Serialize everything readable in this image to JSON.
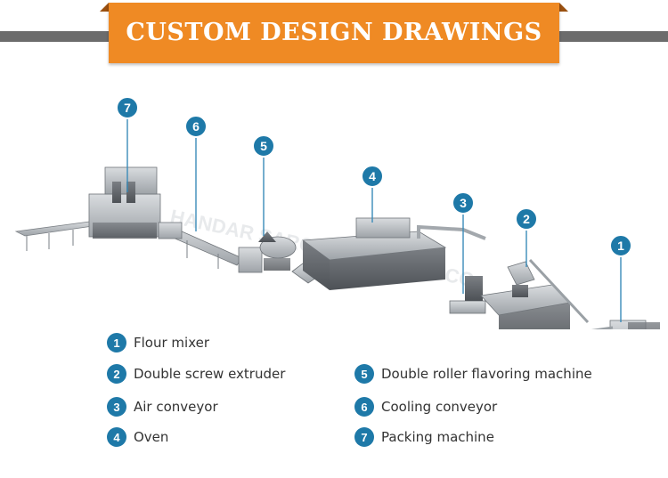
{
  "header": {
    "title": "CUSTOM DESIGN DRAWINGS"
  },
  "colors": {
    "banner": "#ef8a24",
    "badge": "#1e79a8",
    "line": "#3a8bb8",
    "bar": "#6c6c6c"
  },
  "watermark": "HANDAR SAROOM MACHINE CO",
  "callouts": [
    "7",
    "6",
    "5",
    "4",
    "3",
    "2",
    "1"
  ],
  "legend": [
    {
      "number": "1",
      "label": "Flour mixer"
    },
    {
      "number": "2",
      "label": "Double screw extruder"
    },
    {
      "number": "3",
      "label": "Air conveyor"
    },
    {
      "number": "4",
      "label": "Oven"
    },
    {
      "number": "5",
      "label": "Double roller flavoring machine"
    },
    {
      "number": "6",
      "label": "Cooling conveyor"
    },
    {
      "number": "7",
      "label": "Packing machine"
    }
  ]
}
